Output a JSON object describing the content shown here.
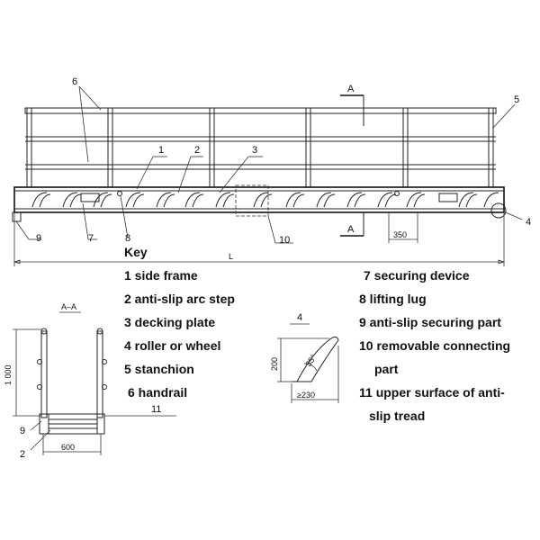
{
  "callouts": {
    "c1": "1",
    "c2": "2",
    "c3": "3",
    "c4": "4",
    "c5": "5",
    "c6": "6",
    "c7": "7",
    "c8": "8",
    "c9": "9",
    "c10": "10",
    "c11": "11"
  },
  "section_mark": "A",
  "section_title": "A–A",
  "dimensions": {
    "length": "L",
    "spacing": "350",
    "height": "1 000",
    "width": "600",
    "step_height": "200",
    "step_width": "≥230",
    "angle": "35°"
  },
  "key": {
    "title": "Key",
    "items": [
      "1 side frame",
      "2 anti-slip arc step",
      "3 decking plate",
      "4 roller or wheel",
      "5 stanchion",
      "6 handrail",
      "7 securing device",
      "8 lifting lug",
      "9 anti-slip securing part",
      "10 removable connecting",
      "part",
      "11 upper surface of anti-",
      "slip tread"
    ]
  }
}
